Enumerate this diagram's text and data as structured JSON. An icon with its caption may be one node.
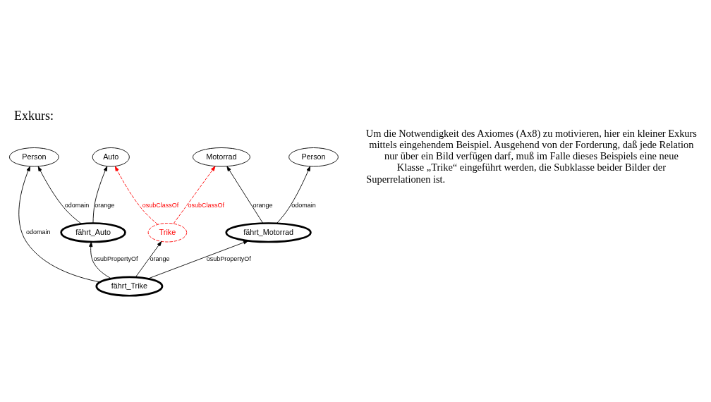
{
  "diagram": {
    "title": "Exkurs:",
    "nodes": [
      {
        "text": [
          "Person"
        ]
      },
      {
        "text": [
          "Auto"
        ]
      },
      {
        "text": [
          "Person"
        ]
      },
      {
        "text": [
          "Motorrad"
        ]
      },
      {
        "text": [
          "fährt_Auto"
        ]
      },
      {
        "text": [
          "fährt_Motorrad"
        ]
      },
      {
        "text": [
          "fährt_Trike"
        ]
      },
      {
        "text": [
          "Trike"
        ]
      }
    ],
    "edges": [
      {
        "from": 4,
        "to": 0,
        "arrow": "to",
        "label": "odomain"
      },
      {
        "from": 4,
        "to": 1,
        "arrow": "to",
        "label": "orange"
      },
      {
        "from": 5,
        "to": 2,
        "arrow": "to",
        "label": "odomain"
      },
      {
        "from": 5,
        "to": 3,
        "arrow": "to",
        "label": "orange"
      },
      {
        "from": 7,
        "to": 1,
        "arrow": "to",
        "label": "osubClassOf",
        "style": "dashed",
        "color": "#ff0000"
      },
      {
        "from": 6,
        "to": 4,
        "arrow": "to",
        "label": "osubPropertyOf"
      },
      {
        "from": 6,
        "to": 5,
        "arrow": "to",
        "label": "osubPropertyOf"
      },
      {
        "from": 7,
        "to": 3,
        "arrow": "to",
        "label": "osubClassOf",
        "style": "dashed",
        "color": "#ff0000"
      },
      {
        "from": 6,
        "to": 7,
        "arrow": "to",
        "label": "orange"
      },
      {
        "from": 6,
        "to": 0,
        "arrow": "to",
        "label": "odomain"
      }
    ],
    "labels": [
      "Um die Notwendigkeit des Axiomes (Ax8) zu motivieren, hier ein kleiner Exkurs mittels eingehendem Beispiel. Ausgehend von der Forderung, daß jede Relation nur über ein Bild verfügen darf, muß im Falle dieses Beispiels eine neue Klasse „Trike“ eingeführt werden, die Subklasse beider Bilder der Superrelationen ist."
    ]
  }
}
